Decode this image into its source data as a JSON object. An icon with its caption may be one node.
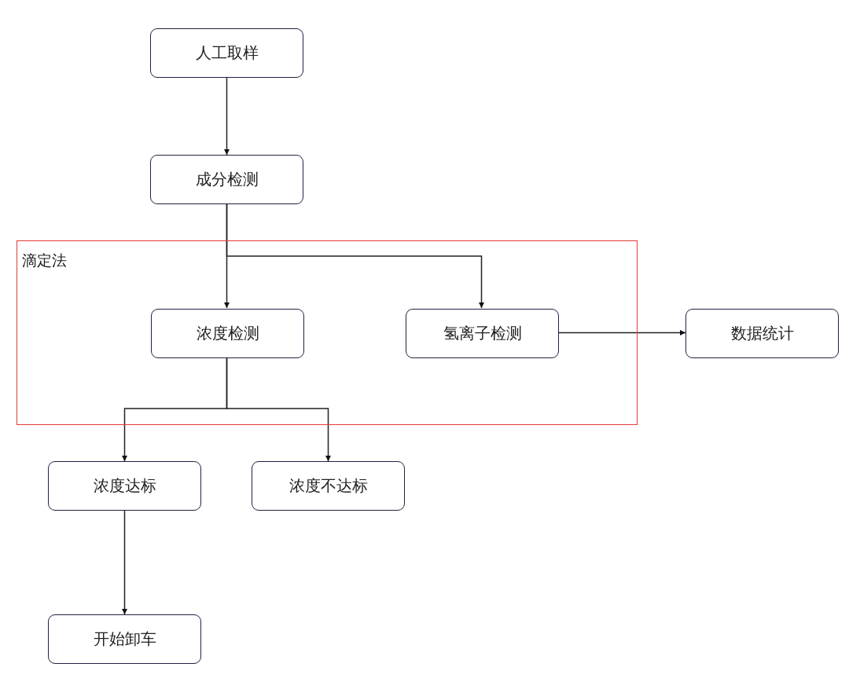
{
  "diagram": {
    "nodes": [
      {
        "text": [
          "人工取样"
        ]
      },
      {
        "text": [
          "成分检测"
        ]
      },
      {
        "text": [
          "滴定法"
        ]
      },
      {
        "text": [
          "浓度检测"
        ],
        "in": 2
      },
      {
        "text": [
          "氢离子检测"
        ],
        "in": 2
      },
      {
        "text": [
          "数据统计"
        ]
      },
      {
        "text": [
          "浓度达标"
        ]
      },
      {
        "text": [
          "浓度不达标"
        ]
      },
      {
        "text": [
          "开始卸车"
        ]
      }
    ],
    "edges": [
      {
        "from": 0,
        "to": 1,
        "arrow": "to"
      },
      {
        "from": 1,
        "to": 3,
        "arrow": "to"
      },
      {
        "from": 1,
        "to": 4,
        "arrow": "to"
      },
      {
        "from": 4,
        "to": 5,
        "arrow": "to"
      },
      {
        "from": 3,
        "to": 6,
        "arrow": "to"
      },
      {
        "from": 3,
        "to": 7,
        "arrow": "to"
      },
      {
        "from": 6,
        "to": 8,
        "arrow": "to"
      }
    ]
  }
}
